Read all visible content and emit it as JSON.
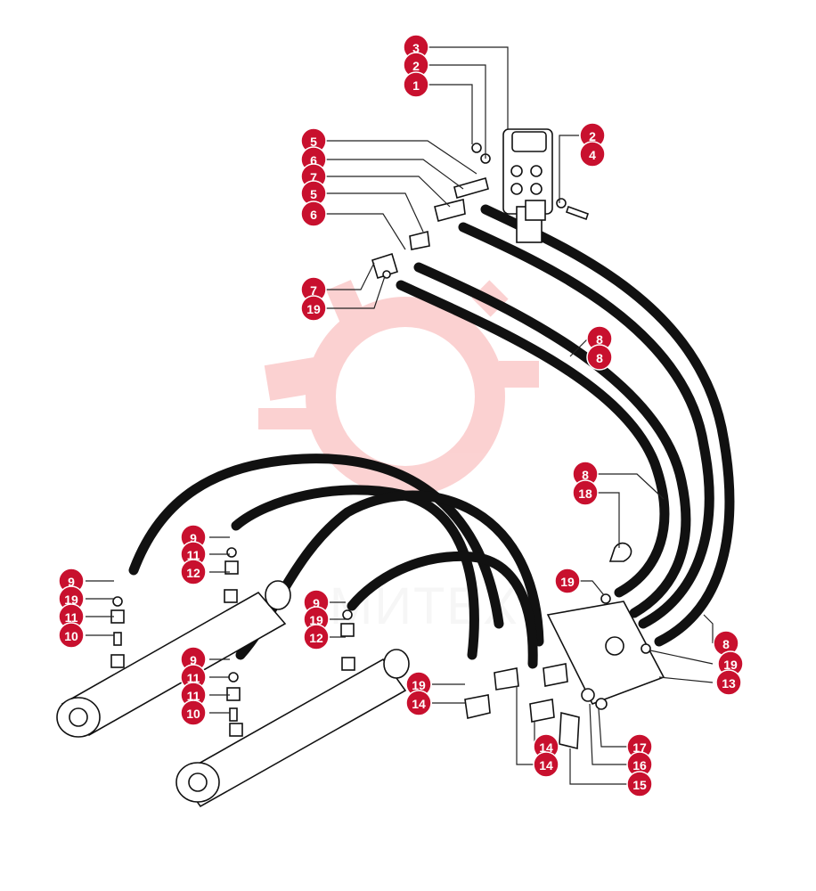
{
  "diagram": {
    "accent_color": "#c8102e",
    "watermark_text": "МИТЕХ",
    "callouts": [
      {
        "label": "3"
      },
      {
        "label": "2"
      },
      {
        "label": "1"
      },
      {
        "label": "2"
      },
      {
        "label": "4"
      },
      {
        "label": "5"
      },
      {
        "label": "6"
      },
      {
        "label": "7"
      },
      {
        "label": "5"
      },
      {
        "label": "6"
      },
      {
        "label": "7"
      },
      {
        "label": "19"
      },
      {
        "label": "8"
      },
      {
        "label": "8"
      },
      {
        "label": "8"
      },
      {
        "label": "18"
      },
      {
        "label": "19"
      },
      {
        "label": "8"
      },
      {
        "label": "19"
      },
      {
        "label": "13"
      },
      {
        "label": "9"
      },
      {
        "label": "11"
      },
      {
        "label": "12"
      },
      {
        "label": "9"
      },
      {
        "label": "19"
      },
      {
        "label": "11"
      },
      {
        "label": "10"
      },
      {
        "label": "9"
      },
      {
        "label": "19"
      },
      {
        "label": "12"
      },
      {
        "label": "9"
      },
      {
        "label": "11"
      },
      {
        "label": "11"
      },
      {
        "label": "10"
      },
      {
        "label": "19"
      },
      {
        "label": "14"
      },
      {
        "label": "14"
      },
      {
        "label": "14"
      },
      {
        "label": "17"
      },
      {
        "label": "16"
      },
      {
        "label": "15"
      }
    ]
  }
}
